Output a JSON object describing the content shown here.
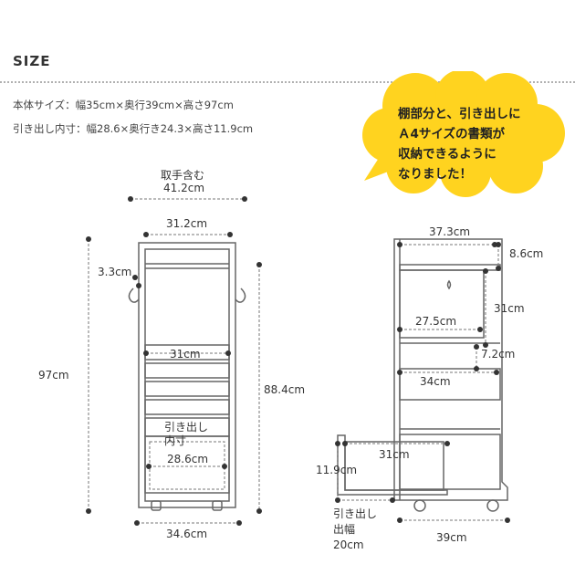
{
  "header": {
    "title": "SIZE"
  },
  "specs": {
    "body_size": "本体サイズ：幅35cm×奥行39cm×高さ97cm",
    "drawer_inner": "引き出し内寸：幅28.6×奥行き24.3×高さ11.9cm"
  },
  "callout": {
    "lines": [
      "棚部分と、引き出しに",
      "Ａ4サイズの書類が",
      "収納できるように",
      "なりました！"
    ],
    "color": "#FFD31F"
  },
  "front_view": {
    "handle_label_1": "取手含む",
    "handle_label_2": "41.2cm",
    "top_width": "31.2cm",
    "side_offset": "3.3cm",
    "total_height": "97cm",
    "inner_width": "31cm",
    "drawer_label_1": "引き出し",
    "drawer_label_2": "内寸",
    "drawer_width": "28.6cm",
    "body_height": "88.4cm",
    "base_width": "34.6cm"
  },
  "side_view": {
    "top_depth": "37.3cm",
    "top_height": "8.6cm",
    "shelf_depth": "27.5cm",
    "shelf_height": "31cm",
    "gap_height": "7.2cm",
    "mid_depth": "34cm",
    "drawer_depth": "31cm",
    "drawer_height": "11.9cm",
    "drawer_out_1": "引き出し",
    "drawer_out_2": "出幅",
    "drawer_out_3": "20cm",
    "base_depth": "39cm"
  },
  "colors": {
    "line": "#666666",
    "dot": "#333333",
    "dashed": "#777777"
  }
}
